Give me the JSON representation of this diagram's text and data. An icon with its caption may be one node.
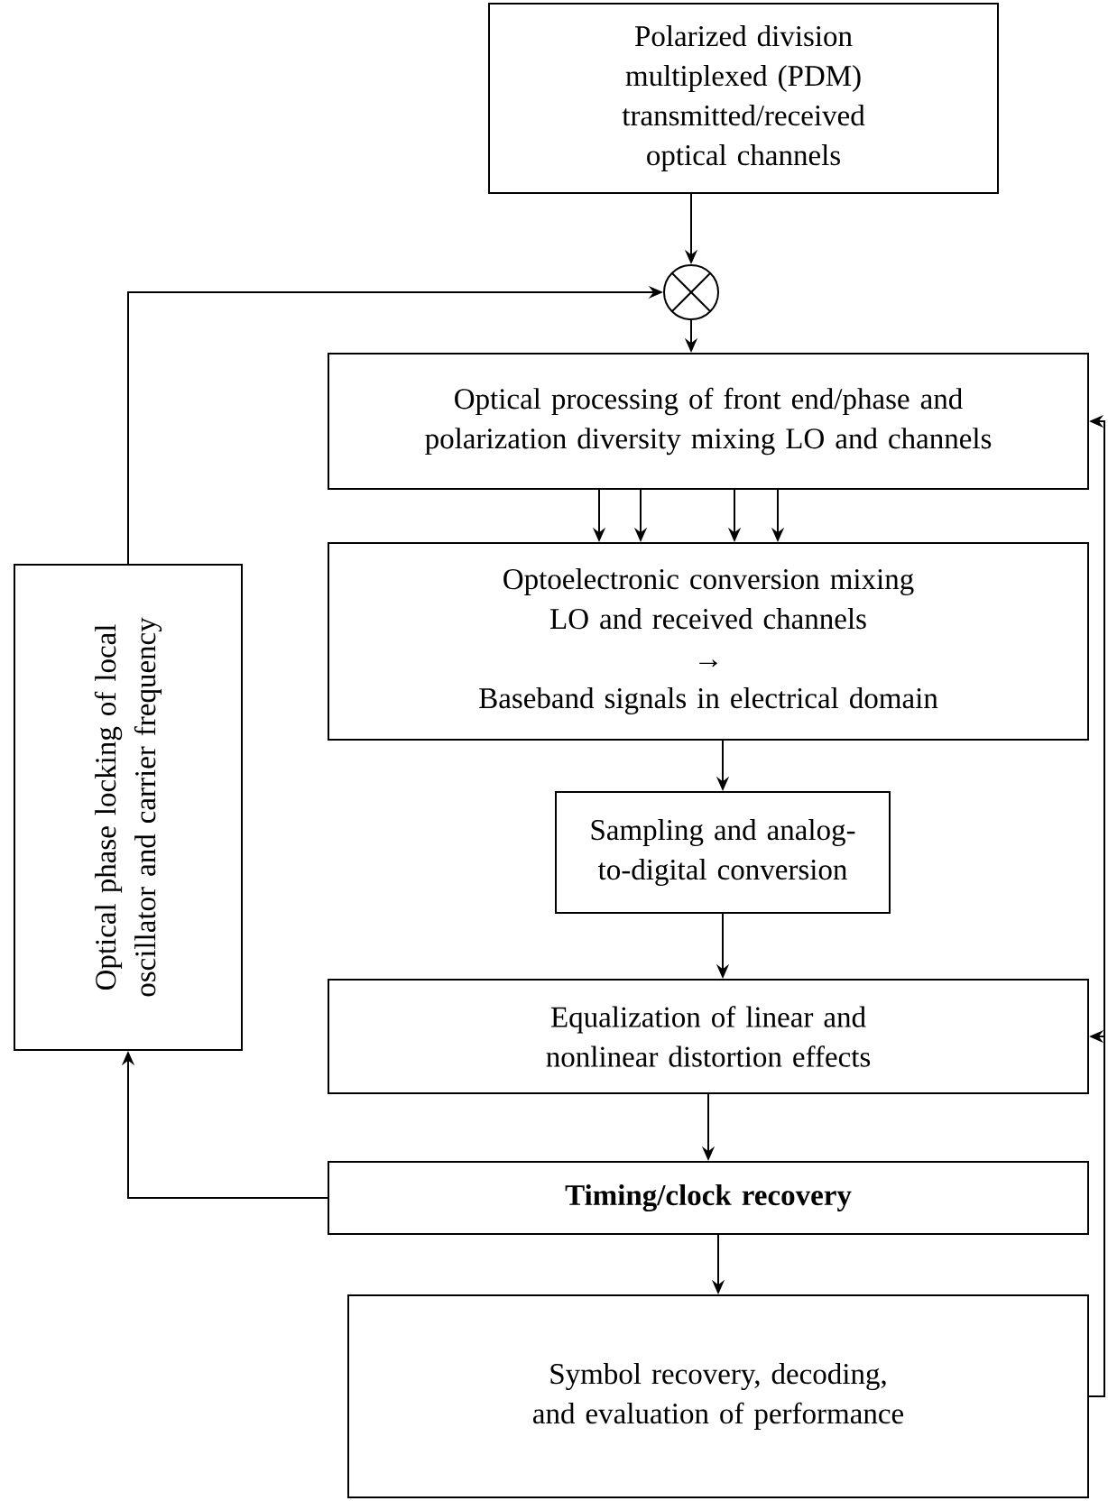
{
  "diagram": {
    "nodes": [
      {
        "text": [
          "Polarized division multiplexed (PDM) transmitted/received optical channels"
        ]
      },
      {
        "text": [],
        "shape": "circle"
      },
      {
        "text": [
          "Optical processing of front end/phase and polarization diversity mixing LO and channels"
        ]
      },
      {
        "text": [
          "Optoelectronic conversion mixing LO and received channels",
          "→",
          "Baseband signals in electrical domain"
        ]
      },
      {
        "text": [
          "Sampling and analog-to-digital conversion"
        ]
      },
      {
        "text": [
          "Equalization of linear and nonlinear distortion effects"
        ]
      },
      {
        "text": [
          "Optical phase locking of local oscillator and carrier frequency"
        ]
      },
      {
        "text": [
          "Timing/clock recovery"
        ]
      },
      {
        "text": [
          "Symbol recovery, decoding, and evaluation of performance"
        ]
      }
    ],
    "edges": [
      {
        "from": 0,
        "to": 1,
        "arrow": "to"
      },
      {
        "from": 1,
        "to": 2,
        "arrow": "to"
      },
      {
        "from": 2,
        "to": 3,
        "arrow": "to"
      },
      {
        "from": 2,
        "to": 3,
        "arrow": "to"
      },
      {
        "from": 2,
        "to": 3,
        "arrow": "to"
      },
      {
        "from": 2,
        "to": 3,
        "arrow": "to"
      },
      {
        "from": 3,
        "to": 4,
        "arrow": "to"
      },
      {
        "from": 4,
        "to": 5,
        "arrow": "to"
      },
      {
        "from": 5,
        "to": 7,
        "arrow": "to"
      },
      {
        "from": 7,
        "to": 8,
        "arrow": "to"
      },
      {
        "from": 7,
        "to": 6,
        "arrow": "to"
      },
      {
        "from": 6,
        "to": 1,
        "arrow": "to"
      },
      {
        "from": 8,
        "to": 5,
        "arrow": "to"
      },
      {
        "from": 8,
        "to": 2,
        "arrow": "to"
      }
    ]
  }
}
